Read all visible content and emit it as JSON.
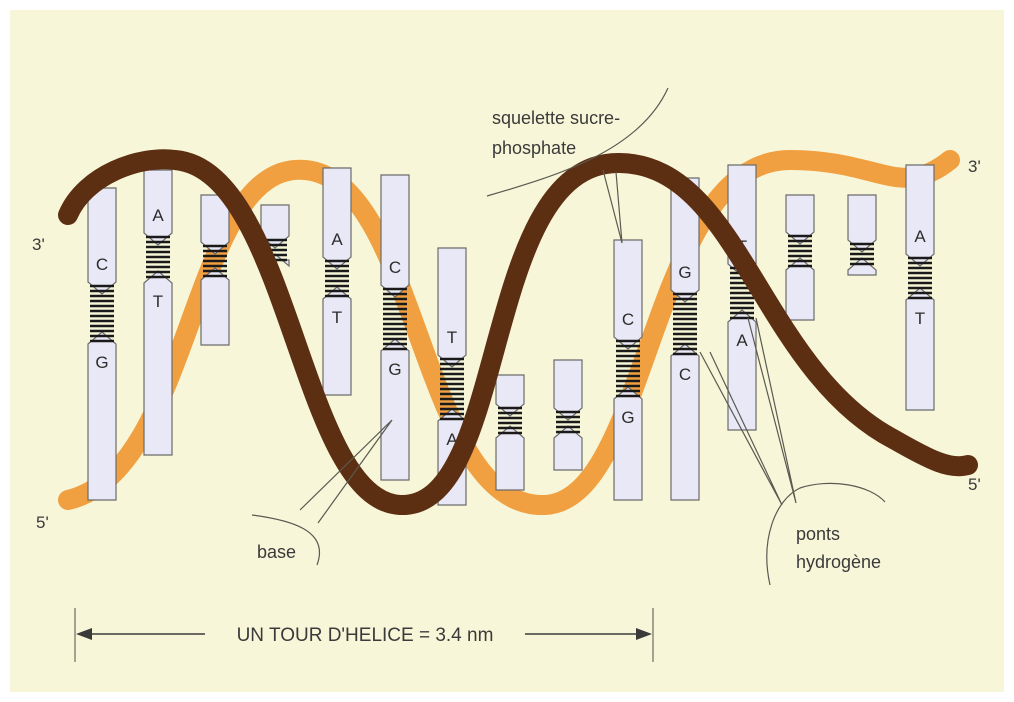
{
  "colors": {
    "background": "#f8f6d8",
    "front_backbone": "#5c2e12",
    "back_backbone": "#f0a040",
    "base_fill": "#e9e8f6",
    "base_stroke": "#6b6b6b",
    "hbond": "#1a1a1a"
  },
  "strand_ends": {
    "left_top": "3'",
    "left_bottom": "5'",
    "right_top": "3'",
    "right_bottom": "5'"
  },
  "labels": {
    "backbone_line1": "squelette sucre-",
    "backbone_line2": "phosphate",
    "base": "base",
    "hbond_line1": "ponts",
    "hbond_line2": "hydrogène"
  },
  "scale": {
    "text": "UN TOUR D'HELICE = 3.4 nm"
  },
  "base_pairs": [
    {
      "top": "C",
      "bottom": "G"
    },
    {
      "top": "A",
      "bottom": "T"
    },
    {
      "top": "",
      "bottom": ""
    },
    {
      "top": "",
      "bottom": ""
    },
    {
      "top": "A",
      "bottom": "T"
    },
    {
      "top": "C",
      "bottom": "G"
    },
    {
      "top": "T",
      "bottom": "A"
    },
    {
      "top": "",
      "bottom": ""
    },
    {
      "top": "",
      "bottom": ""
    },
    {
      "top": "C",
      "bottom": "G"
    },
    {
      "top": "G",
      "bottom": "C"
    },
    {
      "top": "T",
      "bottom": "A"
    },
    {
      "top": "",
      "bottom": ""
    },
    {
      "top": "",
      "bottom": ""
    },
    {
      "top": "A",
      "bottom": "T"
    }
  ]
}
